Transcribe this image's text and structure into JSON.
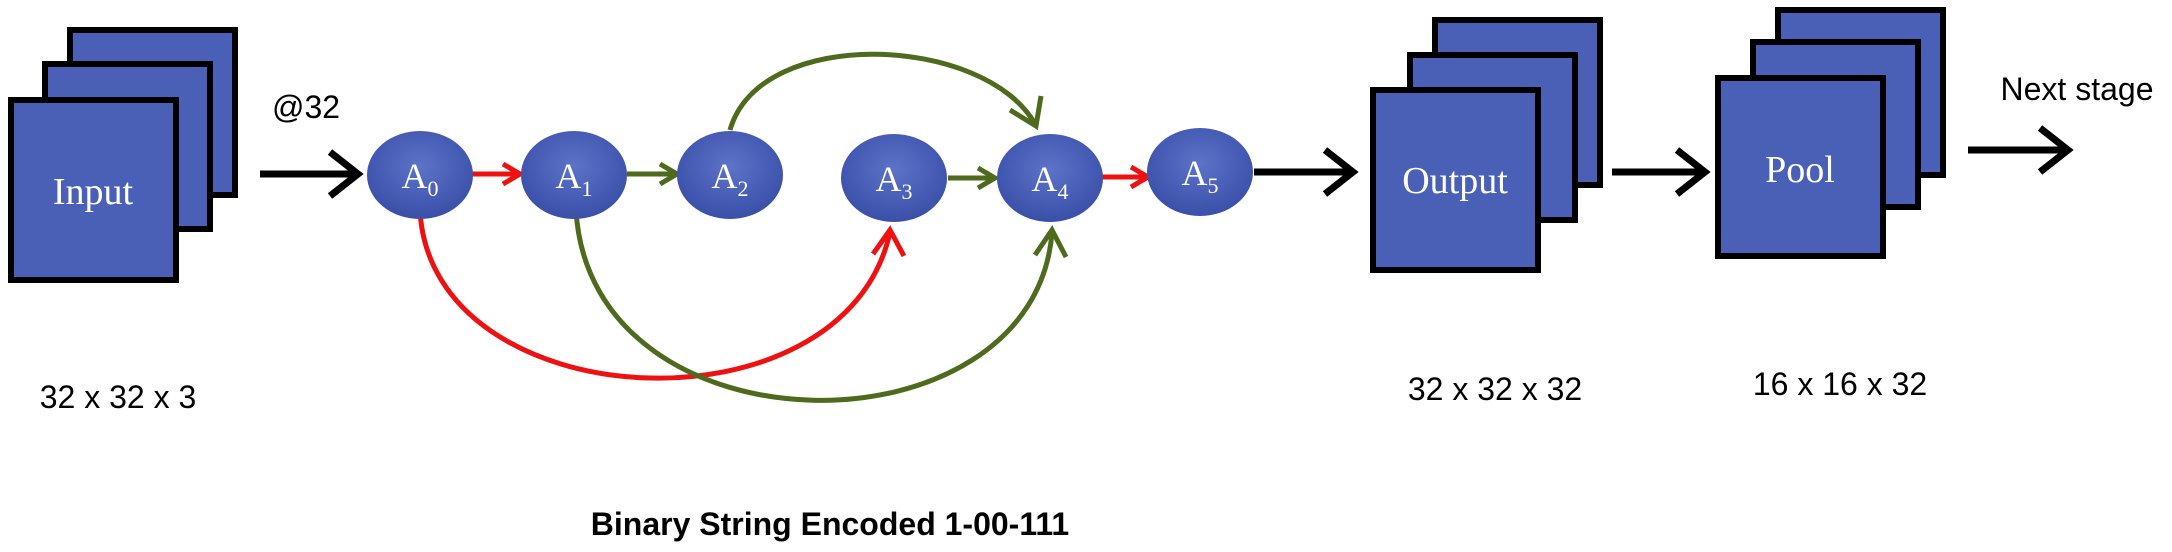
{
  "input": {
    "label": "Input",
    "dims": "32 x 32 x 3"
  },
  "connector_label": "@32",
  "nodes": [
    {
      "letter": "A",
      "sub": "0"
    },
    {
      "letter": "A",
      "sub": "1"
    },
    {
      "letter": "A",
      "sub": "2"
    },
    {
      "letter": "A",
      "sub": "3"
    },
    {
      "letter": "A",
      "sub": "4"
    },
    {
      "letter": "A",
      "sub": "5"
    }
  ],
  "output": {
    "label": "Output",
    "dims": "32 x 32 x 32"
  },
  "pool": {
    "label": "Pool",
    "dims": "16 x 16 x 32"
  },
  "next_label": "Next stage",
  "caption": "Binary String Encoded 1-00-111",
  "colors": {
    "block_fill": "#4a5fb6",
    "node_fill": "#4057b0",
    "red_edge": "#ee1111",
    "green_edge": "#4d6a1d",
    "black": "#000000"
  }
}
